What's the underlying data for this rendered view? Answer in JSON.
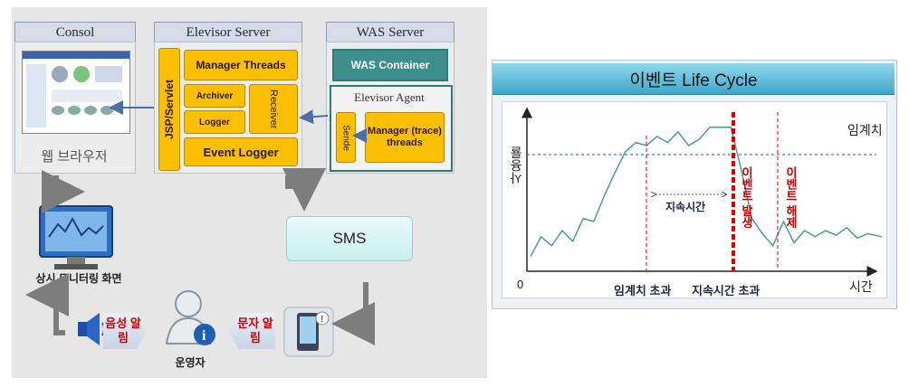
{
  "left": {
    "consol_header": "Consol",
    "elevisor_header": "Elevisor Server",
    "was_header": "WAS Server",
    "web_browser": "웹 브라우저",
    "jsp_servlet": "JSP/Servlet",
    "manager_threads": "Manager Threads",
    "archiver": "Archiver",
    "logger": "Logger",
    "receiver": "Receiver",
    "event_logger": "Event Logger",
    "was_container": "WAS Container",
    "elevisor_agent": "Elevisor Agent",
    "sender": "Sende",
    "manager_trace_threads": "Manager (trace) threads",
    "sms": "SMS",
    "monitor_label": "상시 모니터링 화면",
    "voice_alert": "음성 알림",
    "text_alert": "문자 알림",
    "operator": "운영자"
  },
  "chart_data": {
    "type": "line",
    "title": "이벤트 Life Cycle",
    "xlabel": "시간",
    "ylabel": "사용률",
    "origin_label": "0",
    "threshold_label": "임계치",
    "threshold_value": 0.72,
    "x": [
      0,
      3,
      6,
      9,
      12,
      15,
      18,
      21,
      24,
      27,
      30,
      33,
      36,
      39,
      42,
      45,
      48,
      51,
      54,
      57,
      60,
      63,
      66,
      69,
      72,
      75,
      78,
      81,
      84,
      87,
      90,
      93,
      96,
      100
    ],
    "y": [
      0.05,
      0.18,
      0.12,
      0.22,
      0.15,
      0.3,
      0.28,
      0.45,
      0.6,
      0.74,
      0.8,
      0.78,
      0.84,
      0.8,
      0.87,
      0.78,
      0.82,
      0.9,
      0.9,
      0.9,
      0.62,
      0.3,
      0.2,
      0.12,
      0.28,
      0.14,
      0.22,
      0.18,
      0.22,
      0.19,
      0.24,
      0.17,
      0.2,
      0.18
    ],
    "ylim": [
      0,
      1
    ],
    "events": [
      {
        "label": "임계치 초과",
        "style": "thin"
      },
      {
        "label": "이벤트 발생",
        "style": "thick"
      },
      {
        "label": "이벤트 해제",
        "style": "thin"
      }
    ],
    "bottom_label_2": "지속시간 초과",
    "duration_label": "지속시간",
    "colors": {
      "line": "#4a9a9a",
      "threshold": "#3356a8",
      "event": "#e00000"
    }
  }
}
